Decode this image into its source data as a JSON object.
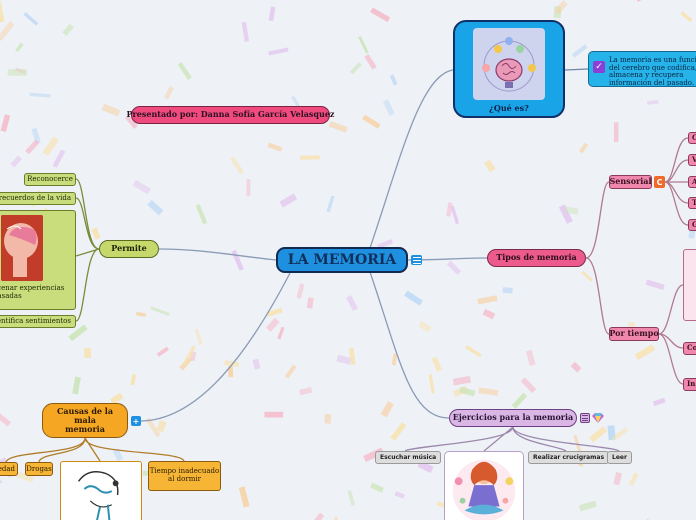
{
  "central": {
    "label": "LA MEMORIA"
  },
  "presenter": {
    "label": "Presentado por: Danna Sofía García Velasquez"
  },
  "que_es": {
    "label": "¿Qué es?",
    "definition": "La memoria es una función del cerebro que codifica, almacena y recupera información del pasado."
  },
  "tipos": {
    "label": "Tipos de memoria",
    "sensorial": {
      "label": "Sensorial",
      "badge": "C"
    },
    "sensorial_leaves": [
      "C",
      "V",
      "A",
      "T",
      "G"
    ],
    "por_tiempo": {
      "label": "Por tiempo"
    },
    "por_tiempo_leaves": [
      "Co",
      "In"
    ]
  },
  "ejercicios": {
    "label": "Ejercicios para la memoria",
    "leaves": [
      "Escuchar música",
      "Realizar crucigramas",
      "Leer"
    ]
  },
  "permite": {
    "label": "Permite",
    "leaves": [
      "Reconocerce",
      "os recuerdos de la vida",
      "acenar experiencias pasadas",
      "dentifica sentimientos"
    ]
  },
  "causas": {
    "label": "Causas de la mala memoria",
    "badge": "+",
    "leaves": [
      "edad",
      "Drogas",
      "Tiempo inadecuado al dormir"
    ]
  },
  "colors": {
    "background": "#eef1f6",
    "central": "#1f90df",
    "que_es": "#1aa4e8",
    "tipos": "#ed5a8c",
    "ejercicios": "#d9b6e4",
    "permite": "#c6d86c",
    "causas": "#f5a623",
    "presenter": "#f04b7f"
  }
}
